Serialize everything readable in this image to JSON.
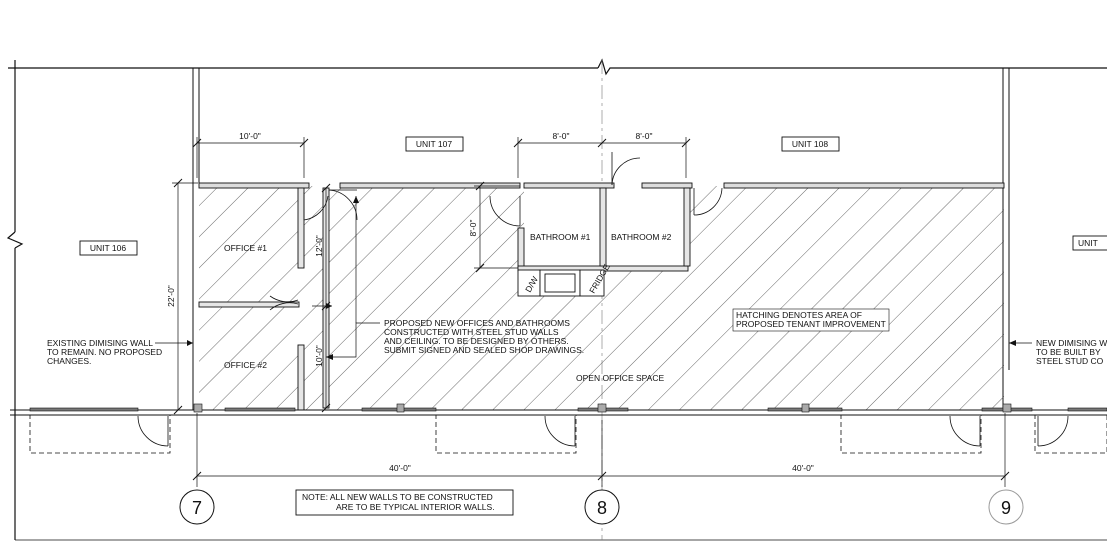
{
  "units": {
    "u106": "UNIT 106",
    "u107": "UNIT 107",
    "u108": "UNIT 108",
    "u109_partial": "UNIT"
  },
  "rooms": {
    "office1": "OFFICE #1",
    "office2": "OFFICE #2",
    "bath1": "BATHROOM #1",
    "bath2": "BATHROOM #2",
    "open_office": "OPEN OFFICE SPACE",
    "dw": "D/W",
    "fridge": "FRIDGE"
  },
  "dimensions": {
    "office_width": "10'-0\"",
    "bath_width_1": "8'-0\"",
    "bath_width_2": "8'-0\"",
    "bath_depth": "8'-0\"",
    "office1_depth": "12'-0\"",
    "office2_depth": "10'-0\"",
    "suite_depth": "22'-0\"",
    "bay_7_8": "40'-0\"",
    "bay_8_9": "40'-0\""
  },
  "notes": {
    "existing_wall": [
      "EXISTING DIMISING WALL",
      "TO REMAIN. NO PROPOSED",
      "CHANGES."
    ],
    "proposed": [
      "PROPOSED NEW OFFICES AND BATHROOMS",
      "CONSTRUCTED WITH STEEL STUD WALLS",
      "AND CEILING. TO BE DESIGNED BY OTHERS.",
      "SUBMIT SIGNED AND SEALED SHOP DRAWINGS."
    ],
    "hatching": [
      "HATCHING DENOTES AREA OF",
      "PROPOSED TENANT IMPROVEMENT"
    ],
    "new_wall_partial": [
      "NEW DIMISING W",
      "TO BE BUILT BY",
      "STEEL STUD CO"
    ],
    "general": [
      "NOTE:  ALL NEW WALLS TO BE CONSTRUCTED",
      "ARE TO BE TYPICAL INTERIOR WALLS."
    ]
  },
  "grid_lines": [
    "7",
    "8",
    "9"
  ]
}
